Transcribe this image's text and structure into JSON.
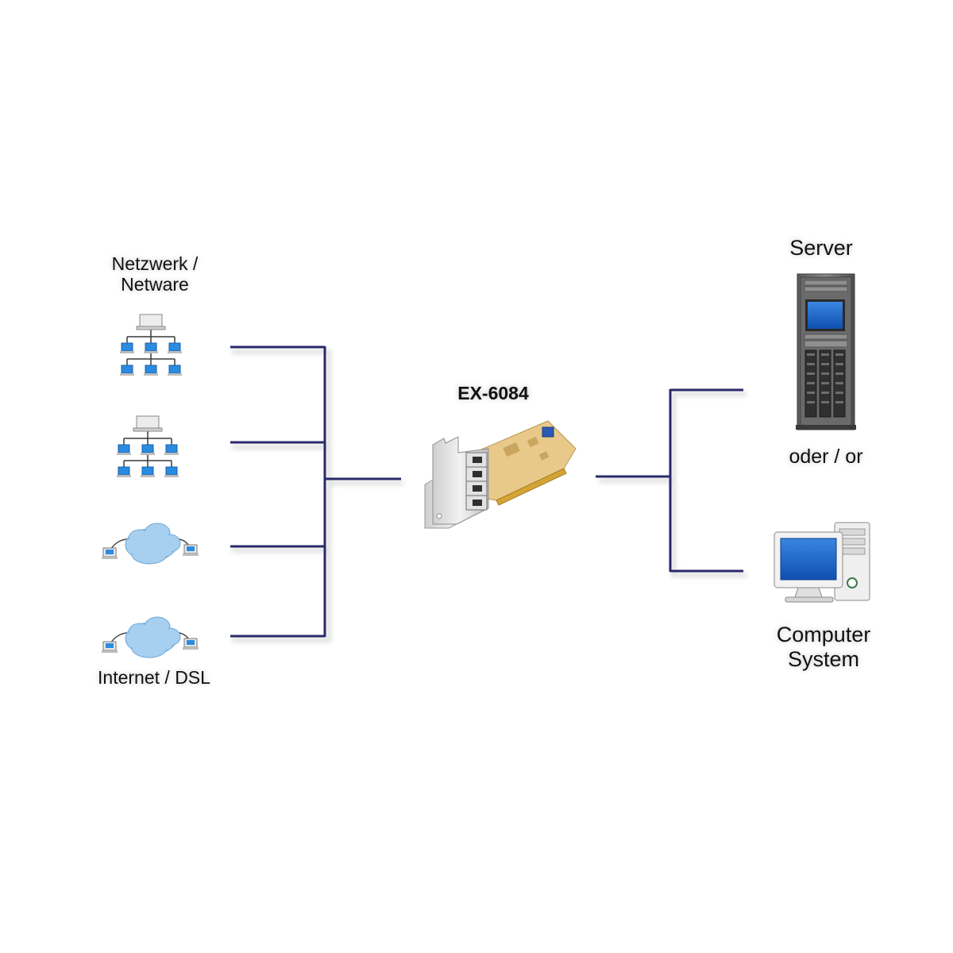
{
  "labels": {
    "network": [
      "Netzwerk /",
      "Netware"
    ],
    "internet": "Internet / DSL",
    "card_model": "EX-6084",
    "server": "Server",
    "oder": "oder / or",
    "computer": [
      "Computer",
      "System"
    ]
  },
  "icons": {
    "network_1": "network-tree-icon",
    "network_2": "network-tree-icon",
    "cloud_1": "internet-cloud-icon",
    "cloud_2": "internet-cloud-icon",
    "card": "pcie-network-card-icon",
    "server": "server-rack-icon",
    "computer": "desktop-computer-icon"
  },
  "colors": {
    "line": "#2b2a6b",
    "screen": "#1763c5",
    "cloud": "#a6cff0",
    "pcb": "#e9c989"
  }
}
